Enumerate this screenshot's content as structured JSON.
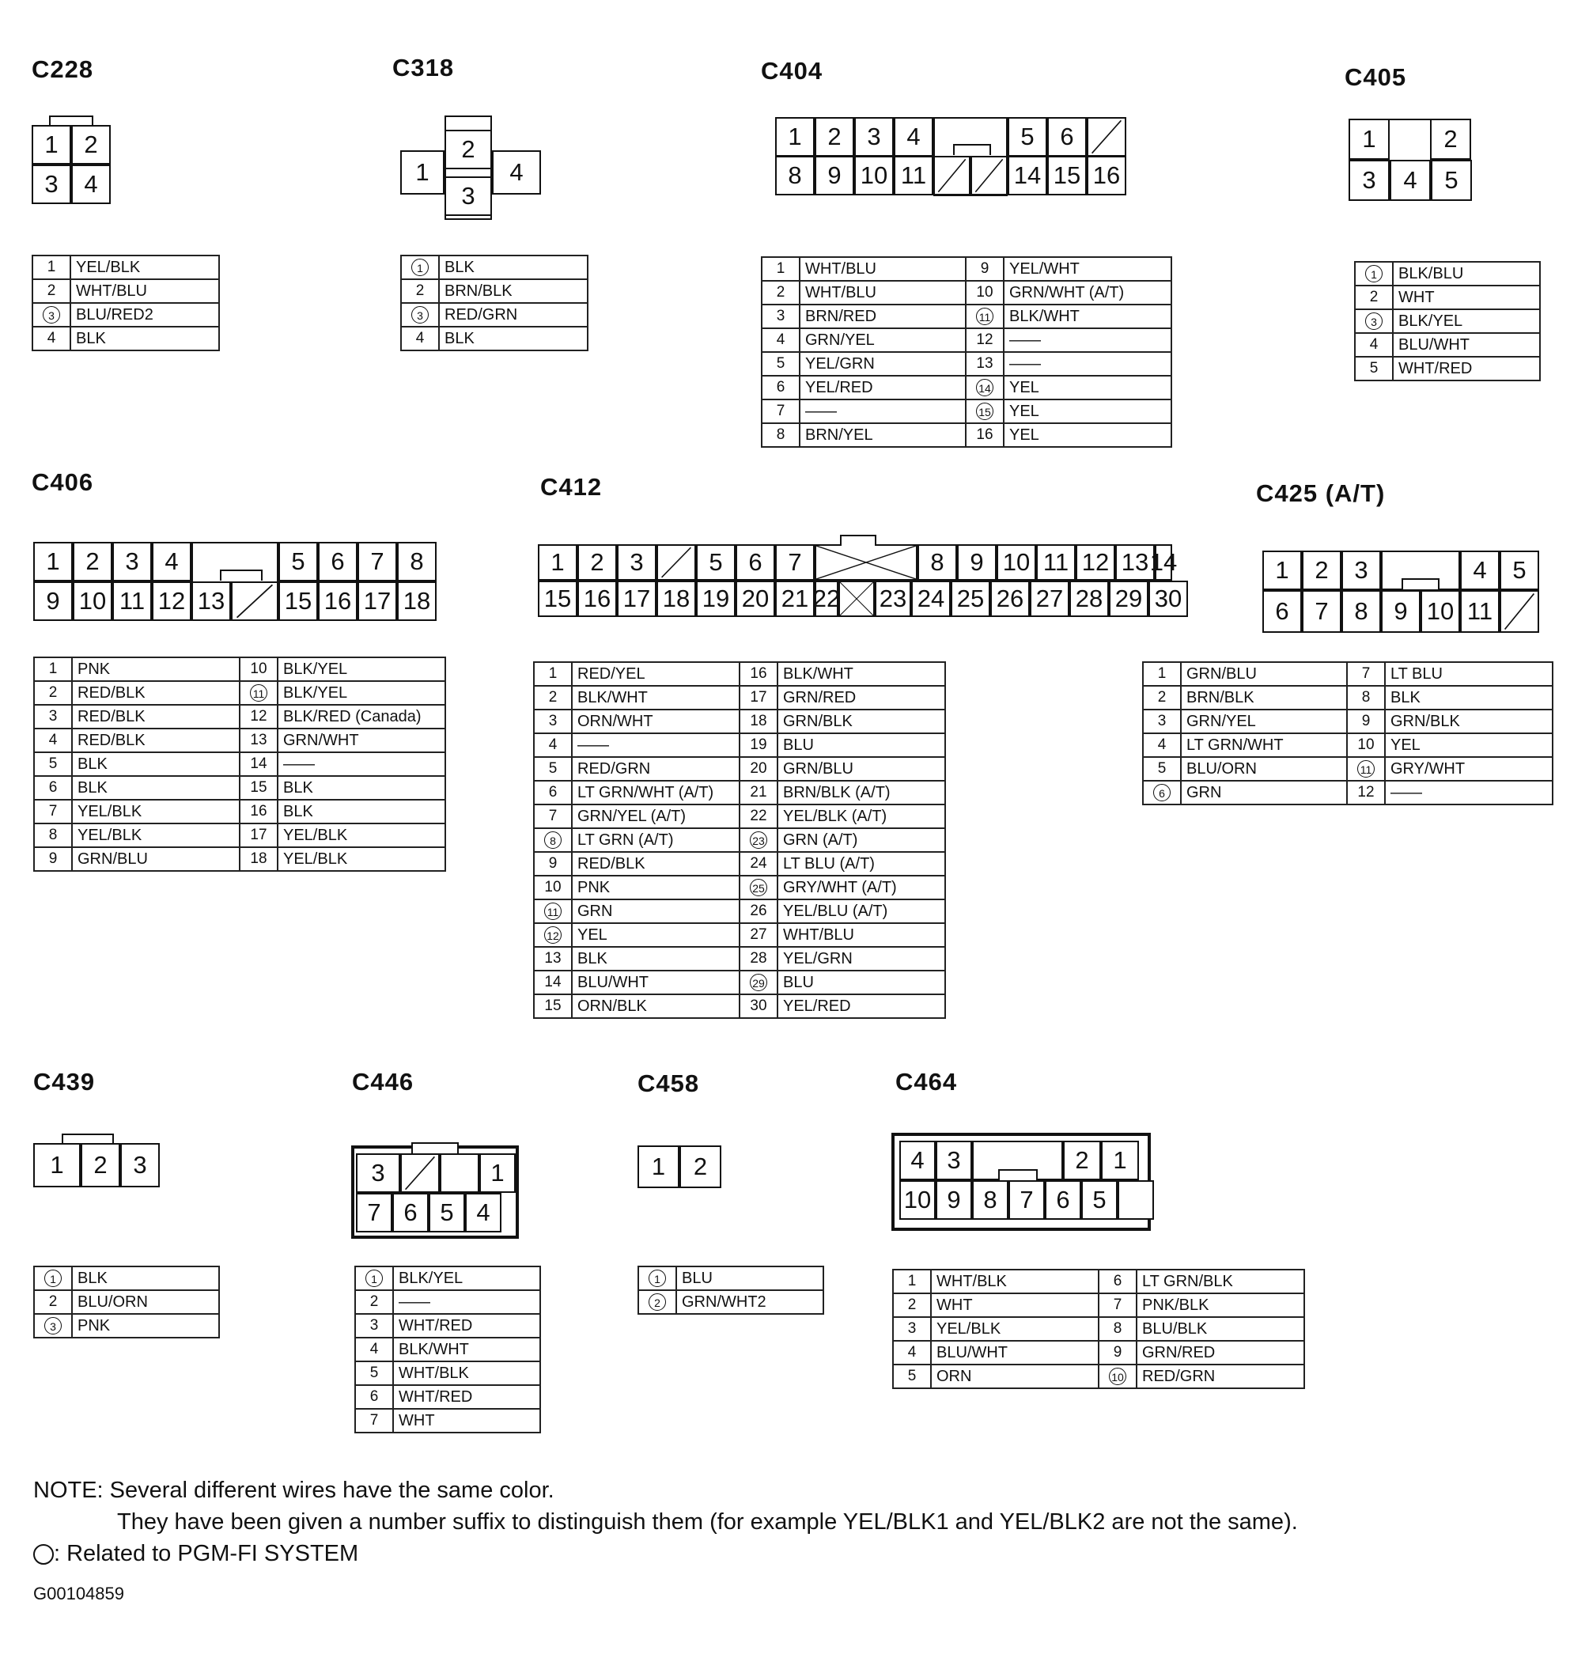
{
  "connectors": [
    {
      "id": "C228",
      "title": "C228",
      "wires": [
        [
          "1",
          "YEL/BLK",
          false
        ],
        [
          "2",
          "WHT/BLU",
          false
        ],
        [
          "3",
          "BLU/RED2",
          true
        ],
        [
          "4",
          "BLK",
          false
        ]
      ]
    },
    {
      "id": "C318",
      "title": "C318",
      "wires": [
        [
          "1",
          "BLK",
          true
        ],
        [
          "2",
          "BRN/BLK",
          false
        ],
        [
          "3",
          "RED/GRN",
          true
        ],
        [
          "4",
          "BLK",
          false
        ]
      ]
    },
    {
      "id": "C404",
      "title": "C404",
      "wires": [
        [
          "1",
          "WHT/BLU",
          false
        ],
        [
          "2",
          "WHT/BLU",
          false
        ],
        [
          "3",
          "BRN/RED",
          false
        ],
        [
          "4",
          "GRN/YEL",
          false
        ],
        [
          "5",
          "YEL/GRN",
          false
        ],
        [
          "6",
          "YEL/RED",
          false
        ],
        [
          "7",
          "——",
          false
        ],
        [
          "8",
          "BRN/YEL",
          false
        ],
        [
          "9",
          "YEL/WHT",
          false
        ],
        [
          "10",
          "GRN/WHT (A/T)",
          false
        ],
        [
          "11",
          "BLK/WHT",
          true
        ],
        [
          "12",
          "——",
          false
        ],
        [
          "13",
          "——",
          false
        ],
        [
          "14",
          "YEL",
          true
        ],
        [
          "15",
          "YEL",
          true
        ],
        [
          "16",
          "YEL",
          false
        ]
      ]
    },
    {
      "id": "C405",
      "title": "C405",
      "wires": [
        [
          "1",
          "BLK/BLU",
          true
        ],
        [
          "2",
          "WHT",
          false
        ],
        [
          "3",
          "BLK/YEL",
          true
        ],
        [
          "4",
          "BLU/WHT",
          false
        ],
        [
          "5",
          "WHT/RED",
          false
        ]
      ]
    },
    {
      "id": "C406",
      "title": "C406",
      "wires": [
        [
          "1",
          "PNK",
          false
        ],
        [
          "2",
          "RED/BLK",
          false
        ],
        [
          "3",
          "RED/BLK",
          false
        ],
        [
          "4",
          "RED/BLK",
          false
        ],
        [
          "5",
          "BLK",
          false
        ],
        [
          "6",
          "BLK",
          false
        ],
        [
          "7",
          "YEL/BLK",
          false
        ],
        [
          "8",
          "YEL/BLK",
          false
        ],
        [
          "9",
          "GRN/BLU",
          false
        ],
        [
          "10",
          "BLK/YEL",
          false
        ],
        [
          "11",
          "BLK/YEL",
          true
        ],
        [
          "12",
          "BLK/RED (Canada)",
          false
        ],
        [
          "13",
          "GRN/WHT",
          false
        ],
        [
          "14",
          "——",
          false
        ],
        [
          "15",
          "BLK",
          false
        ],
        [
          "16",
          "BLK",
          false
        ],
        [
          "17",
          "YEL/BLK",
          false
        ],
        [
          "18",
          "YEL/BLK",
          false
        ]
      ]
    },
    {
      "id": "C412",
      "title": "C412",
      "wires": [
        [
          "1",
          "RED/YEL",
          false
        ],
        [
          "2",
          "BLK/WHT",
          false
        ],
        [
          "3",
          "ORN/WHT",
          false
        ],
        [
          "4",
          "——",
          false
        ],
        [
          "5",
          "RED/GRN",
          false
        ],
        [
          "6",
          "LT GRN/WHT (A/T)",
          false
        ],
        [
          "7",
          "GRN/YEL (A/T)",
          false
        ],
        [
          "8",
          "LT GRN (A/T)",
          true
        ],
        [
          "9",
          "RED/BLK",
          false
        ],
        [
          "10",
          "PNK",
          false
        ],
        [
          "11",
          "GRN",
          true
        ],
        [
          "12",
          "YEL",
          true
        ],
        [
          "13",
          "BLK",
          false
        ],
        [
          "14",
          "BLU/WHT",
          false
        ],
        [
          "15",
          "ORN/BLK",
          false
        ],
        [
          "16",
          "BLK/WHT",
          false
        ],
        [
          "17",
          "GRN/RED",
          false
        ],
        [
          "18",
          "GRN/BLK",
          false
        ],
        [
          "19",
          "BLU",
          false
        ],
        [
          "20",
          "GRN/BLU",
          false
        ],
        [
          "21",
          "BRN/BLK (A/T)",
          false
        ],
        [
          "22",
          "YEL/BLK (A/T)",
          false
        ],
        [
          "23",
          "GRN (A/T)",
          true
        ],
        [
          "24",
          "LT BLU (A/T)",
          false
        ],
        [
          "25",
          "GRY/WHT (A/T)",
          true
        ],
        [
          "26",
          "YEL/BLU (A/T)",
          false
        ],
        [
          "27",
          "WHT/BLU",
          false
        ],
        [
          "28",
          "YEL/GRN",
          false
        ],
        [
          "29",
          "BLU",
          true
        ],
        [
          "30",
          "YEL/RED",
          false
        ]
      ]
    },
    {
      "id": "C425",
      "title": "C425 (A/T)",
      "wires": [
        [
          "1",
          "GRN/BLU",
          false
        ],
        [
          "2",
          "BRN/BLK",
          false
        ],
        [
          "3",
          "GRN/YEL",
          false
        ],
        [
          "4",
          "LT GRN/WHT",
          false
        ],
        [
          "5",
          "BLU/ORN",
          false
        ],
        [
          "6",
          "GRN",
          true
        ],
        [
          "7",
          "LT BLU",
          false
        ],
        [
          "8",
          "BLK",
          false
        ],
        [
          "9",
          "GRN/BLK",
          false
        ],
        [
          "10",
          "YEL",
          false
        ],
        [
          "11",
          "GRY/WHT",
          true
        ],
        [
          "12",
          "——",
          false
        ]
      ]
    },
    {
      "id": "C439",
      "title": "C439",
      "wires": [
        [
          "1",
          "BLK",
          true
        ],
        [
          "2",
          "BLU/ORN",
          false
        ],
        [
          "3",
          "PNK",
          true
        ]
      ]
    },
    {
      "id": "C446",
      "title": "C446",
      "wires": [
        [
          "1",
          "BLK/YEL",
          true
        ],
        [
          "2",
          "——",
          false
        ],
        [
          "3",
          "WHT/RED",
          false
        ],
        [
          "4",
          "BLK/WHT",
          false
        ],
        [
          "5",
          "WHT/BLK",
          false
        ],
        [
          "6",
          "WHT/RED",
          false
        ],
        [
          "7",
          "WHT",
          false
        ]
      ]
    },
    {
      "id": "C458",
      "title": "C458",
      "wires": [
        [
          "1",
          "BLU",
          true
        ],
        [
          "2",
          "GRN/WHT2",
          true
        ]
      ]
    },
    {
      "id": "C464",
      "title": "C464",
      "wires": [
        [
          "1",
          "WHT/BLK",
          false
        ],
        [
          "2",
          "WHT",
          false
        ],
        [
          "3",
          "YEL/BLK",
          false
        ],
        [
          "4",
          "BLU/WHT",
          false
        ],
        [
          "5",
          "ORN",
          false
        ],
        [
          "6",
          "LT GRN/BLK",
          false
        ],
        [
          "7",
          "PNK/BLK",
          false
        ],
        [
          "8",
          "BLU/BLK",
          false
        ],
        [
          "9",
          "GRN/RED",
          false
        ],
        [
          "10",
          "RED/GRN",
          true
        ]
      ]
    }
  ],
  "note": {
    "line1": "NOTE: Several different wires have the same color.",
    "line2": "They have been given a number suffix to distinguish them (for example YEL/BLK1 and YEL/BLK2 are not the same).",
    "line3": ": Related to PGM-FI SYSTEM"
  },
  "figure_code": "G00104859"
}
